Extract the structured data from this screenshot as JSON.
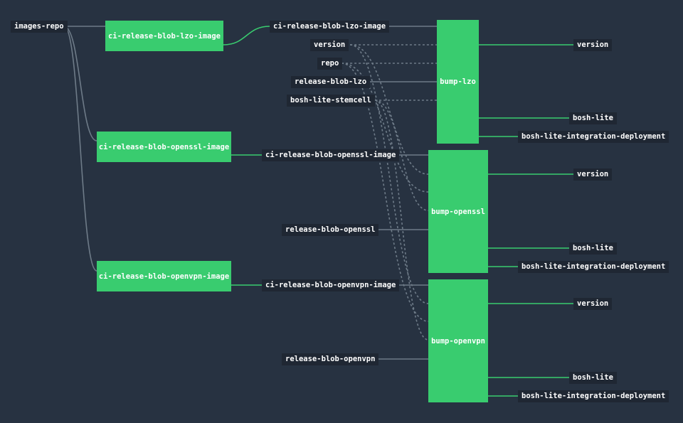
{
  "colors": {
    "background": "#273241",
    "job": "#39cc6f",
    "resource": "#1f2733",
    "wire_inactive": "#6e7b88",
    "wire_active": "#39cc6f"
  },
  "resources": {
    "images_repo": "images-repo",
    "lzo_image_out": "ci-release-blob-lzo-image",
    "openssl_image_out": "ci-release-blob-openssl-image",
    "openvpn_image_out": "ci-release-blob-openvpn-image",
    "version_in": "version",
    "repo_in": "repo",
    "release_blob_lzo": "release-blob-lzo",
    "bosh_lite_stemcell": "bosh-lite-stemcell",
    "release_blob_openssl": "release-blob-openssl",
    "release_blob_openvpn": "release-blob-openvpn",
    "lzo_version_out": "version",
    "lzo_bosh_lite_out": "bosh-lite",
    "lzo_deployment_out": "bosh-lite-integration-deployment",
    "openssl_version_out": "version",
    "openssl_bosh_lite_out": "bosh-lite",
    "openssl_deployment_out": "bosh-lite-integration-deployment",
    "openvpn_version_out": "version",
    "openvpn_bosh_lite_out": "bosh-lite",
    "openvpn_deployment_out": "bosh-lite-integration-deployment"
  },
  "jobs": {
    "lzo_image": "ci-release-blob-lzo-image",
    "openssl_image": "ci-release-blob-openssl-image",
    "openvpn_image": "ci-release-blob-openvpn-image",
    "bump_lzo": "bump-lzo",
    "bump_openssl": "bump-openssl",
    "bump_openvpn": "bump-openvpn"
  }
}
